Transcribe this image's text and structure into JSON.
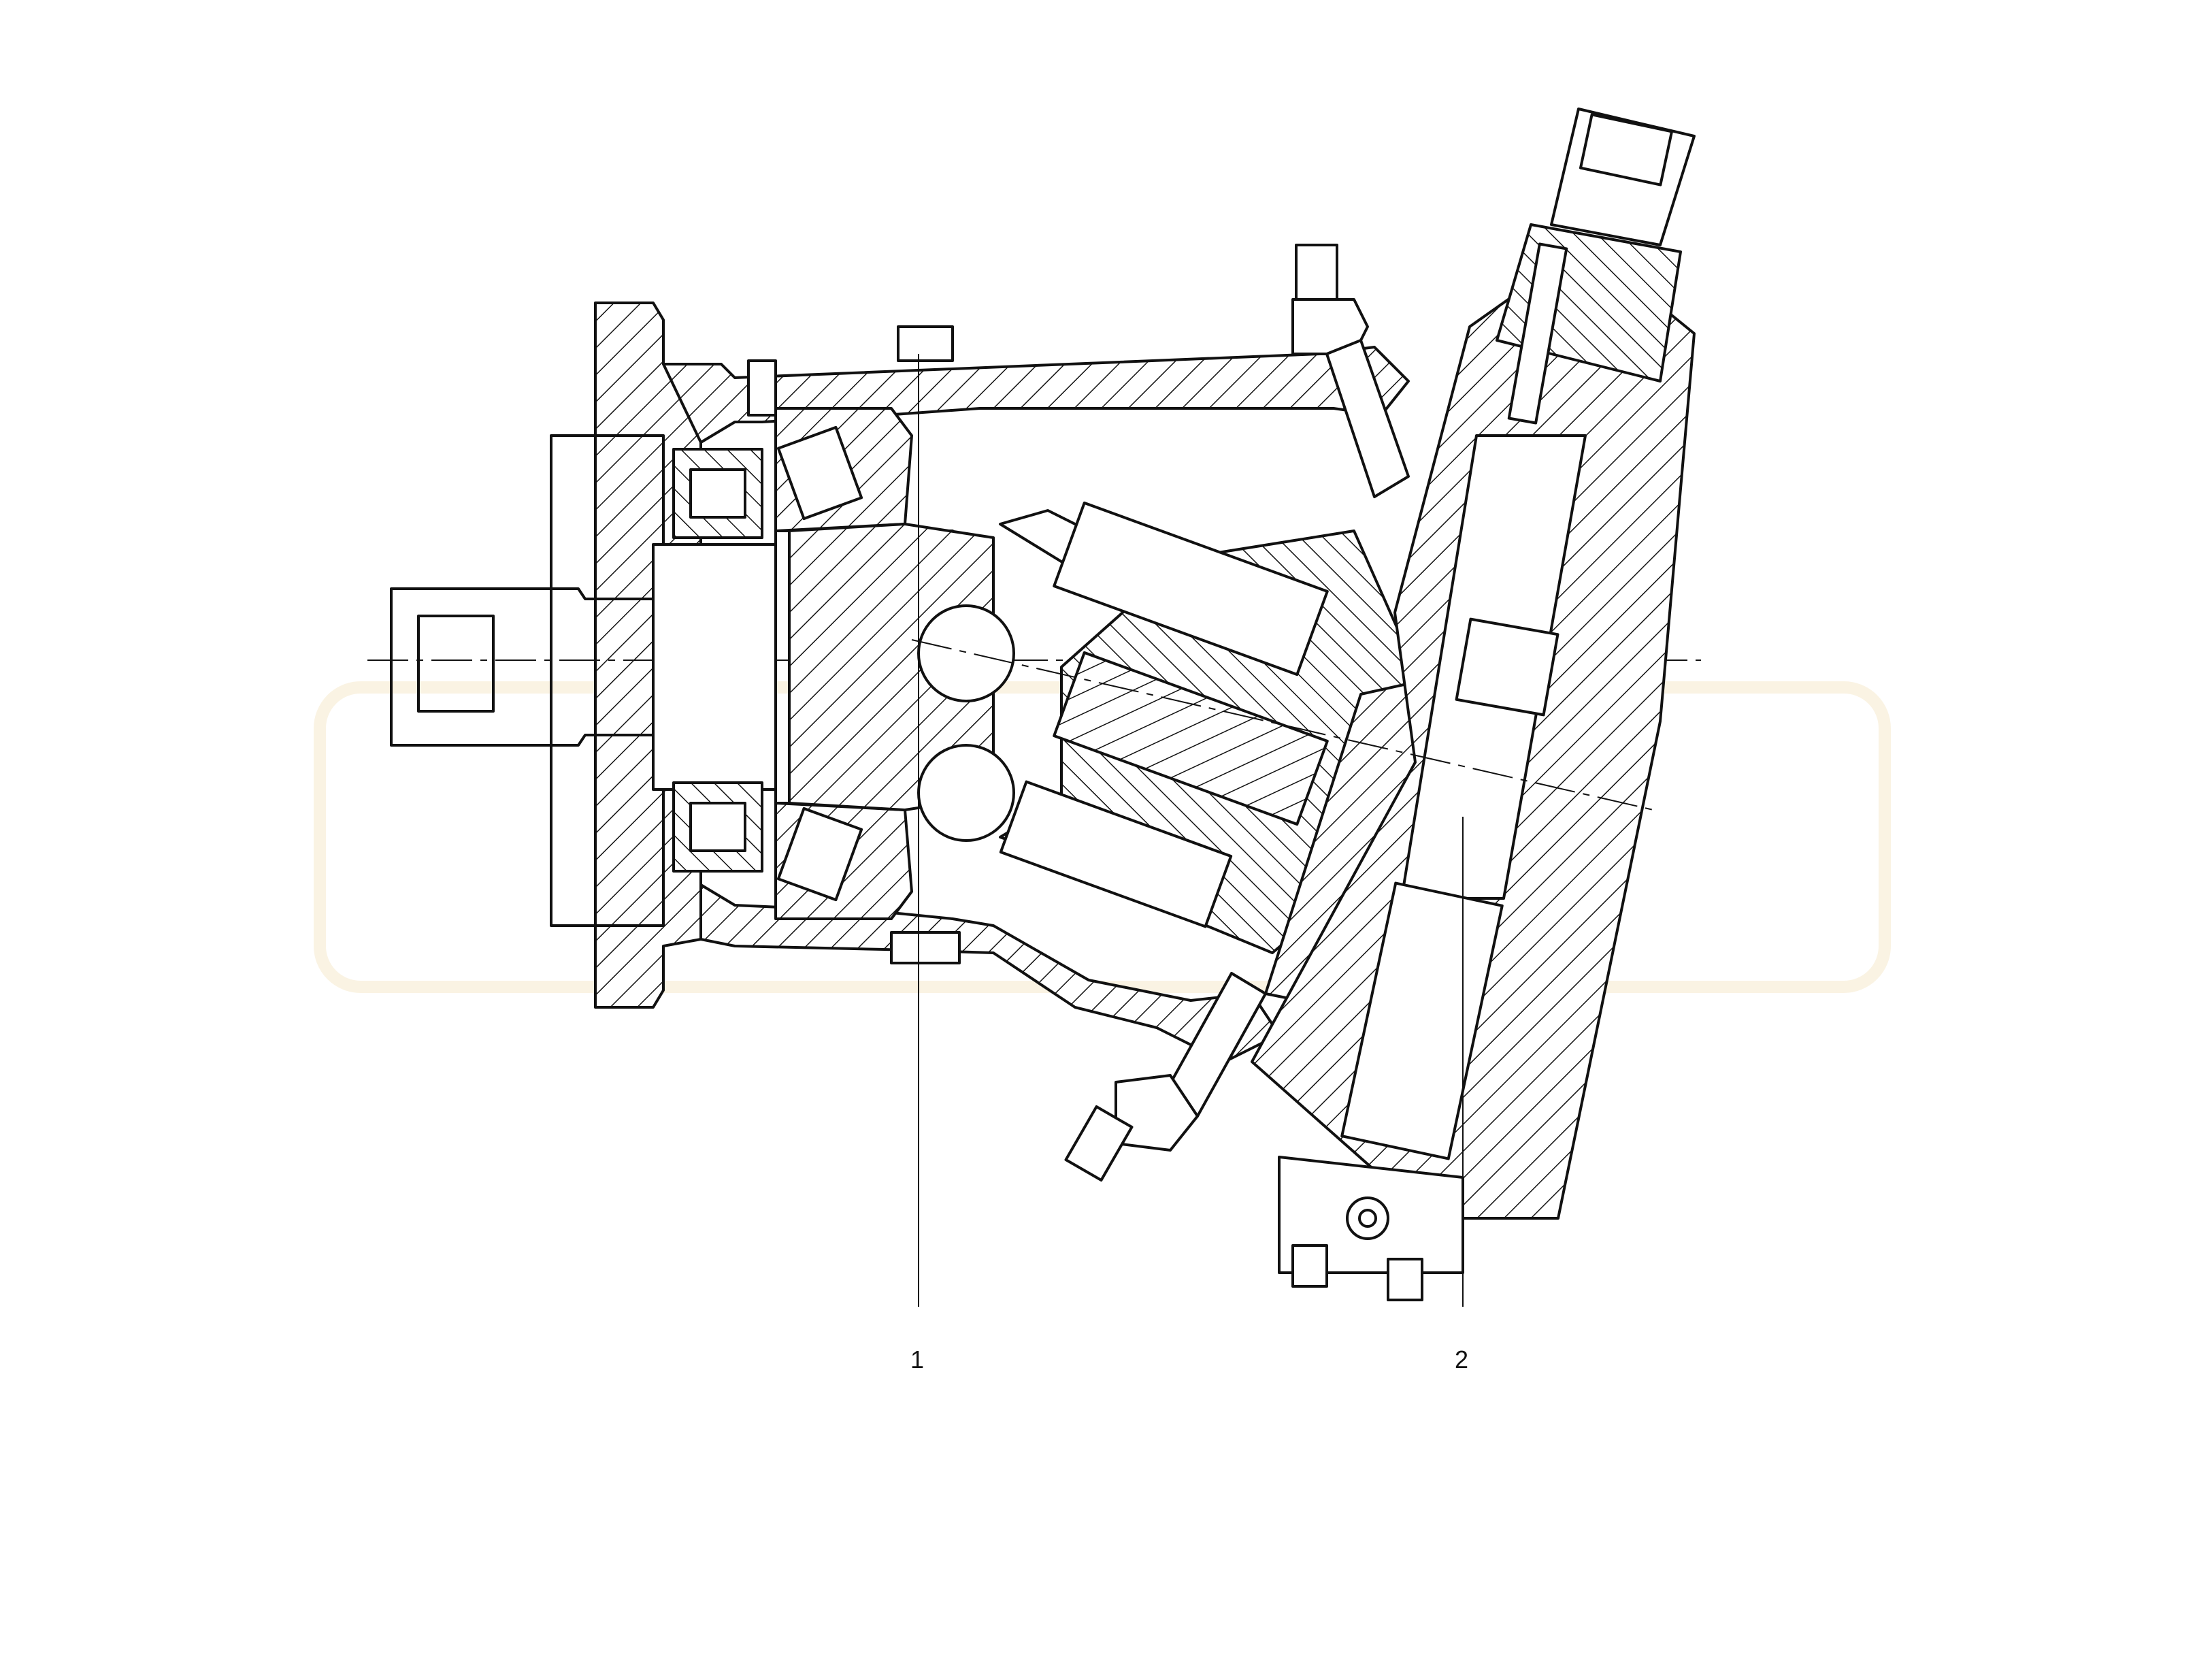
{
  "callouts": [
    {
      "id": "1",
      "text": "1"
    },
    {
      "id": "2",
      "text": "2"
    }
  ],
  "colors": {
    "line": "#111111",
    "background": "#ffffff",
    "watermark": "#f3e6c8"
  }
}
